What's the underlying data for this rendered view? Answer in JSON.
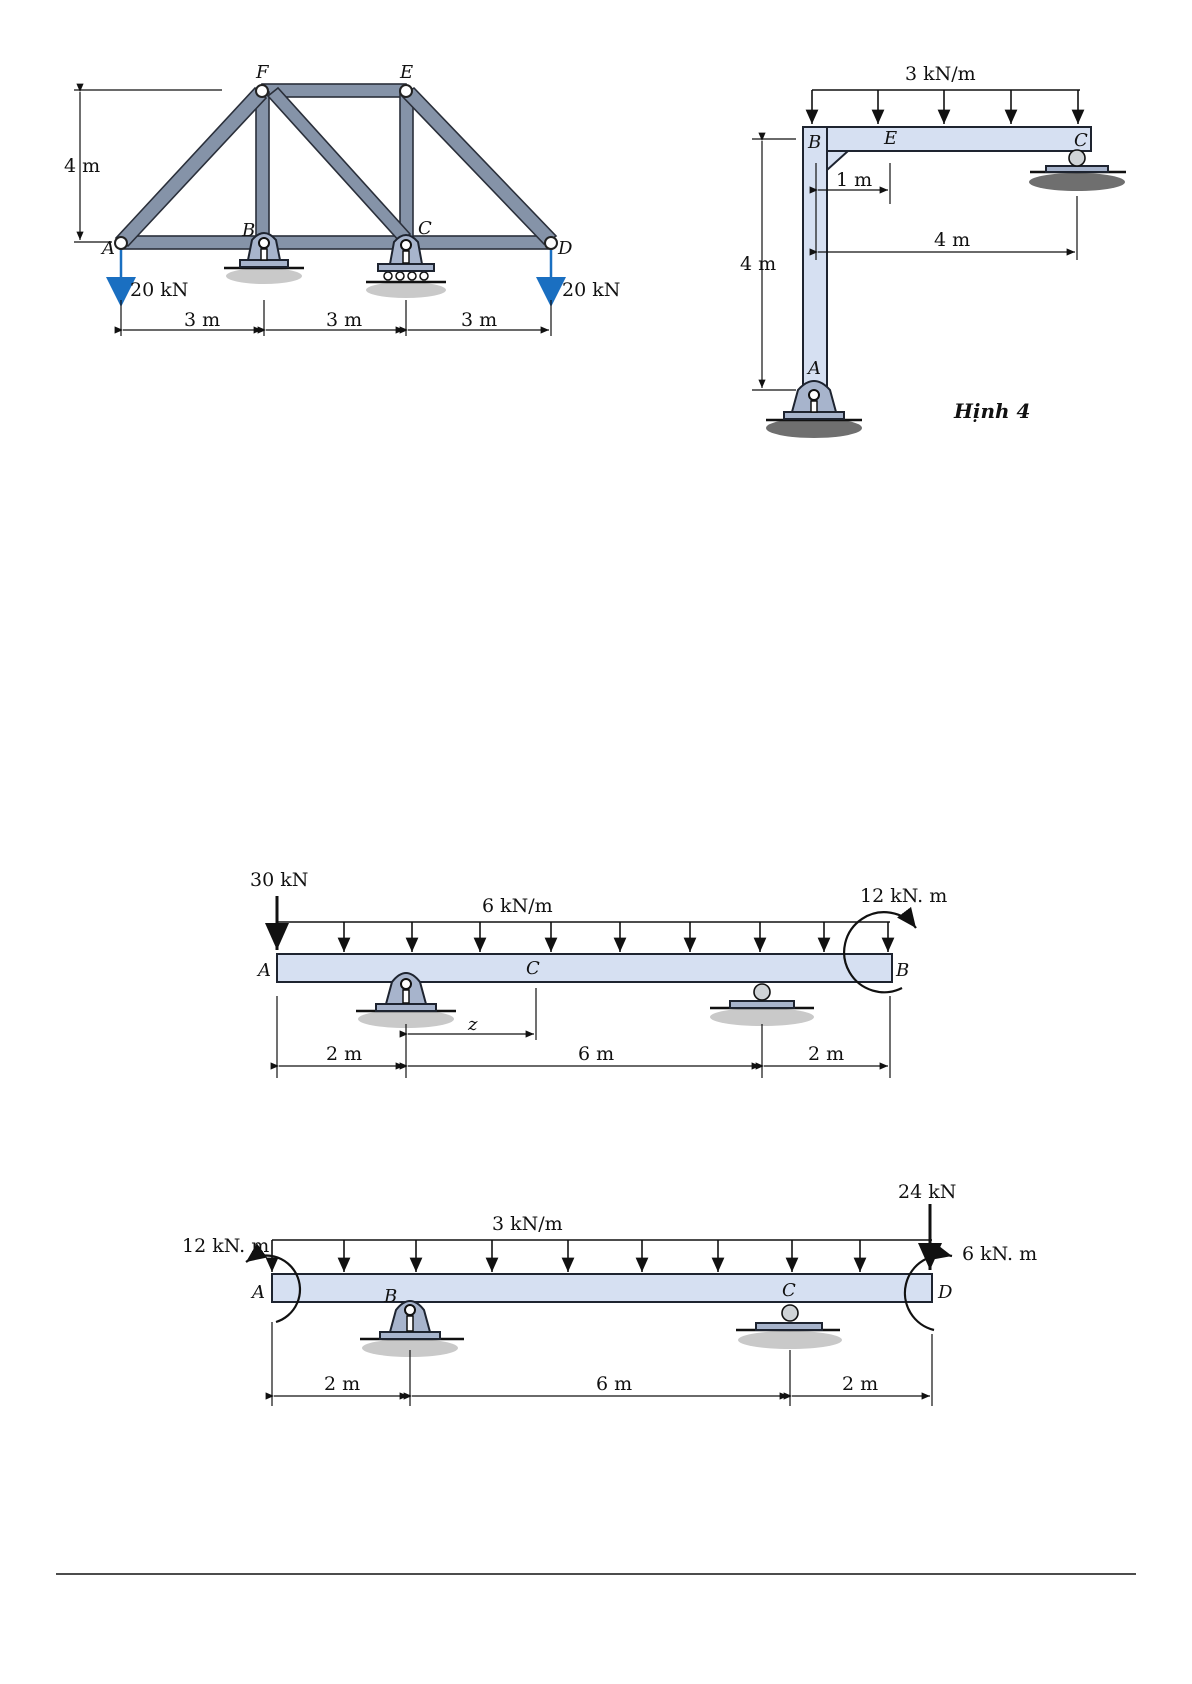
{
  "truss": {
    "nodes": {
      "A": "A",
      "B": "B",
      "C": "C",
      "D": "D",
      "E": "E",
      "F": "F"
    },
    "loads": [
      "20 kN",
      "20 kN"
    ],
    "height": "4 m",
    "spans": [
      "3 m",
      "3 m",
      "3 m"
    ],
    "load_color": "#1a6fc1"
  },
  "frame": {
    "nodes": {
      "A": "A",
      "B": "B",
      "C": "C",
      "E": "E"
    },
    "dist_load": "3 kN/m",
    "dims": {
      "height": "4 m",
      "be": "1 m",
      "bc": "4 m"
    },
    "caption": "Hịnh 4"
  },
  "beam1": {
    "point_load": "30 kN",
    "dist_load": "6 kN/m",
    "moment": "12 kN. m",
    "nodes": {
      "A": "A",
      "B": "B",
      "C": "C"
    },
    "z_label": "z",
    "spans": [
      "2 m",
      "6 m",
      "2 m"
    ]
  },
  "beam2": {
    "point_load": "24 kN",
    "dist_load": "3 kN/m",
    "moment_left": "12 kN. m",
    "moment_right": "6 kN. m",
    "nodes": {
      "A": "A",
      "B": "B",
      "C": "C",
      "D": "D"
    },
    "spans": [
      "2 m",
      "6 m",
      "2 m"
    ]
  }
}
